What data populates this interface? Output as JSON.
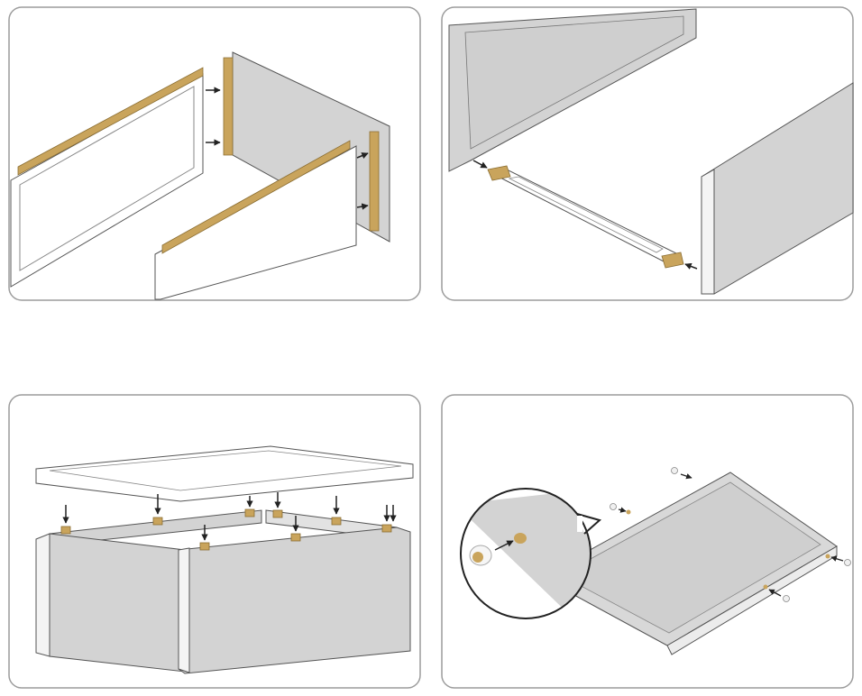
{
  "figure": {
    "panels": [
      "step-1-attach-strips",
      "step-2-connect-bottom-bar",
      "step-3-attach-lid",
      "step-4-insert-pins"
    ]
  },
  "colors": {
    "frame_border": "#9c9c9c",
    "panel_gray": "#d3d3d3",
    "panel_edge": "#f4f4f4",
    "outline": "#555555",
    "wood_strip": "#c9a45c",
    "arrow": "#222222"
  }
}
